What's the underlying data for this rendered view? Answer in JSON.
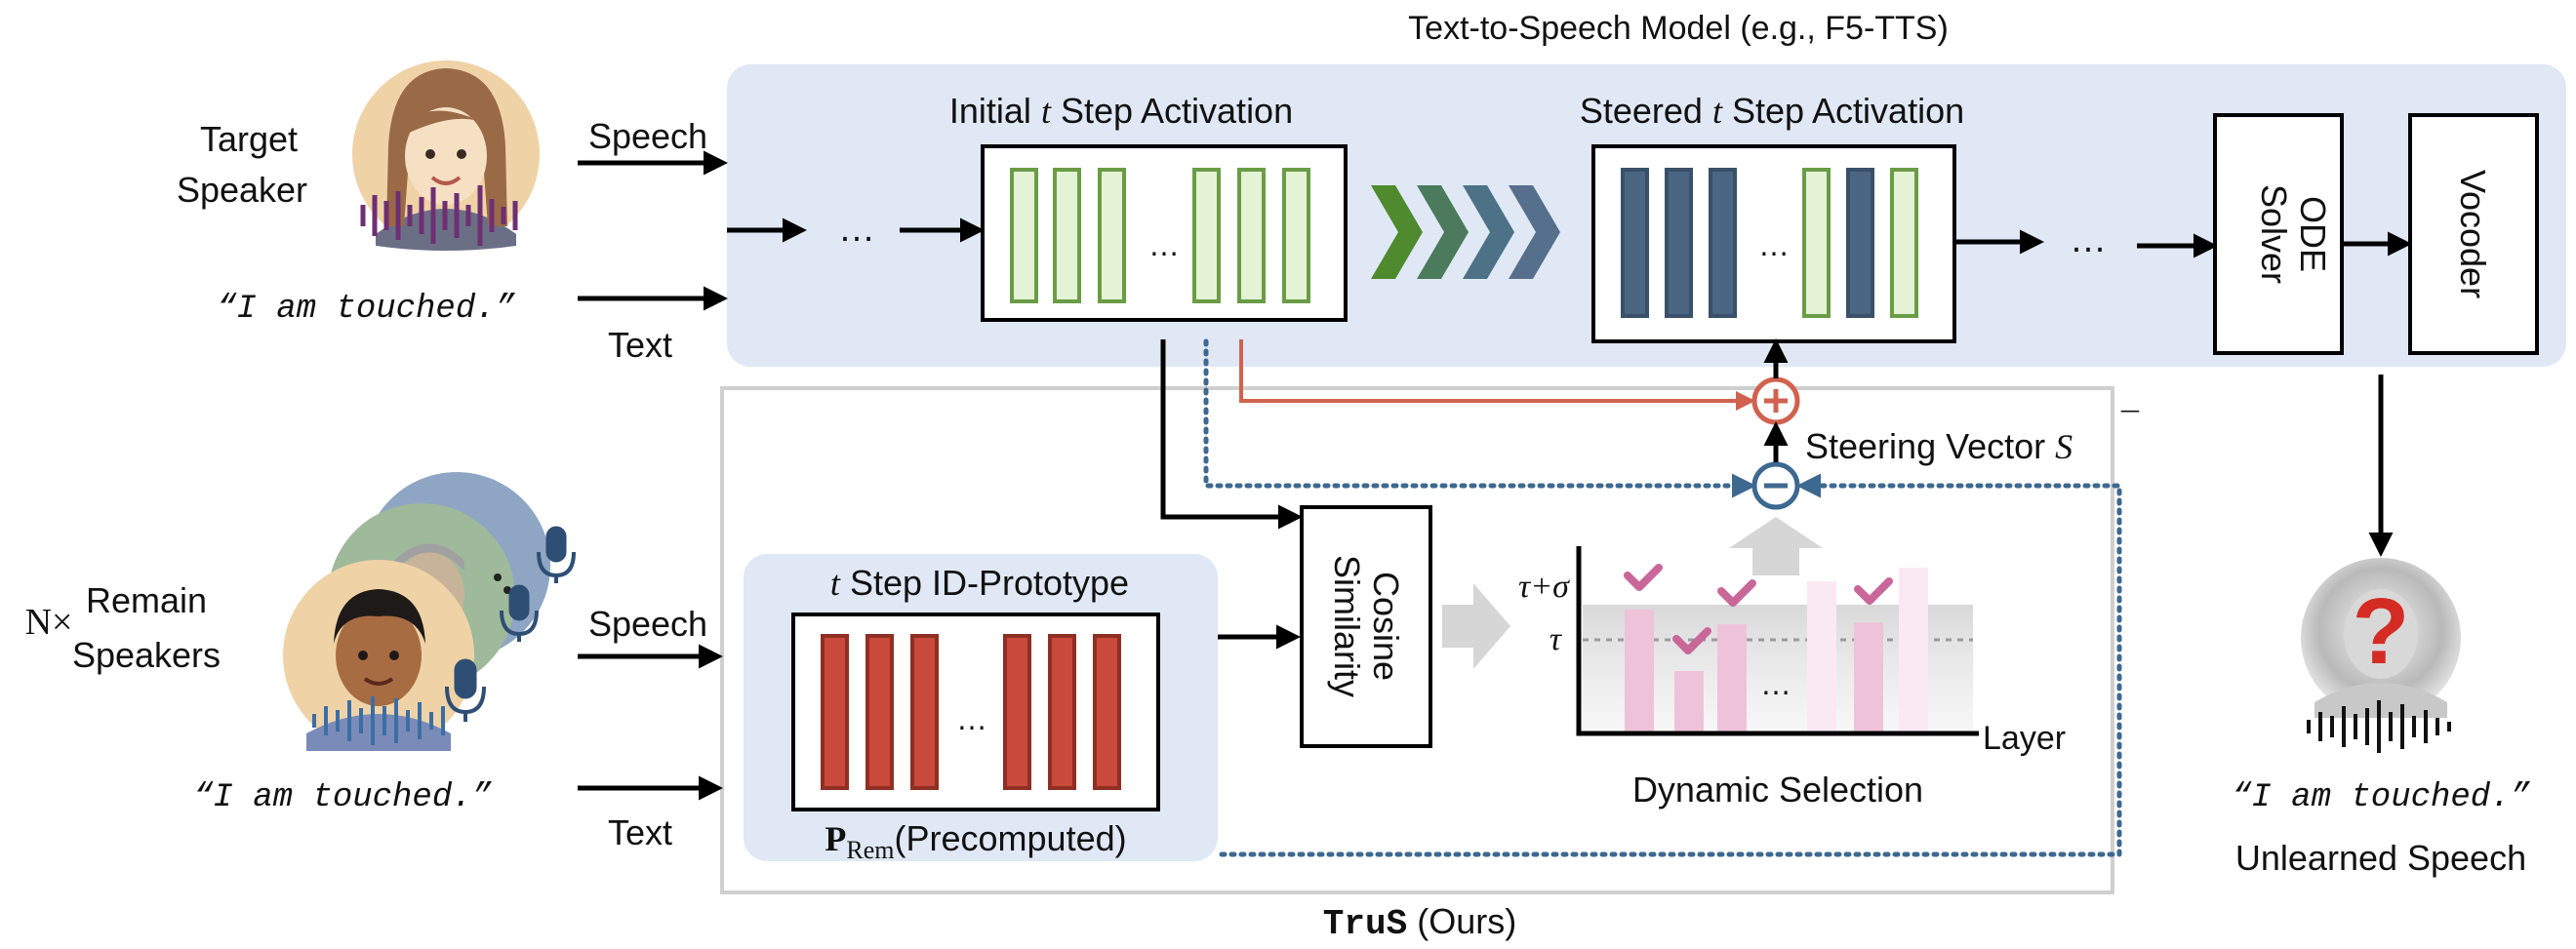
{
  "tts_model": {
    "title": "Text-to-Speech Model (e.g., F5-TTS)",
    "initial_activation_pre": "Initial ",
    "initial_activation_var": "t",
    "initial_activation_post": " Step Activation",
    "steered_activation_pre": "Steered ",
    "steered_activation_var": "t",
    "steered_activation_post": " Step Activation",
    "ellipsis": "…",
    "ode_solver_line1": "ODE",
    "ode_solver_line2": "Solver",
    "vocoder": "Vocoder"
  },
  "target": {
    "label_line1": "Target",
    "label_line2": "Speaker",
    "speech": "Speech",
    "text_quote": "“I am touched.”",
    "text": "Text"
  },
  "remain": {
    "multiplier": "N×",
    "label_line1": "Remain",
    "label_line2": "Speakers",
    "speech": "Speech",
    "text_quote": "“I am touched.”",
    "text": "Text"
  },
  "trus": {
    "name": "TruS",
    "suffix": " (Ours)",
    "prototype_title_var": "t",
    "prototype_title_post": " Step ID-Prototype",
    "prototype_ellipsis": "…",
    "p_main": "P",
    "p_sub": "Rem",
    "p_post": "(Precomputed)",
    "cosine_line1": "Cosine",
    "cosine_line2": "Similarity",
    "steering_label": "Steering Vector ",
    "steering_symbol": "S",
    "steering_bar": "¯",
    "tau_sigma": "τ+σ",
    "tau": "τ",
    "layer": "Layer",
    "selection_ellipsis": "…",
    "dynamic_selection": "Dynamic Selection"
  },
  "output": {
    "text_quote": "“I am touched.”",
    "label": "Unlearned Speech",
    "question_mark": "?"
  },
  "colors": {
    "tts_panel": "#dfe8f4",
    "activation_green_fill": "#e4f2d5",
    "activation_green_stroke": "#6a9c46",
    "steered_blue": "#4a6683",
    "prototype_red": "#c94a3a",
    "red_arrow": "#d0624f",
    "dotted_blue": "#3d6890",
    "check_pink": "#c96898",
    "bar_pink": "#eec3d9"
  }
}
